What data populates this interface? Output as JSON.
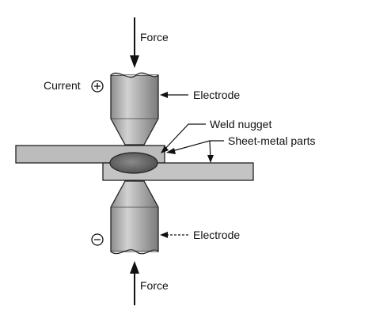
{
  "diagram": {
    "labels": {
      "force_top": "Force",
      "force_bottom": "Force",
      "current": "Current",
      "electrode_top": "Electrode",
      "electrode_bottom": "Electrode",
      "weld_nugget": "Weld nugget",
      "sheet_metal": "Sheet-metal parts"
    },
    "polarity": {
      "top": "positive",
      "bottom": "negative"
    },
    "colors": {
      "metal": "#b8b8b8",
      "electrode": "#a8a8a8",
      "nugget": "#6e6e6e",
      "line": "#111111"
    }
  }
}
